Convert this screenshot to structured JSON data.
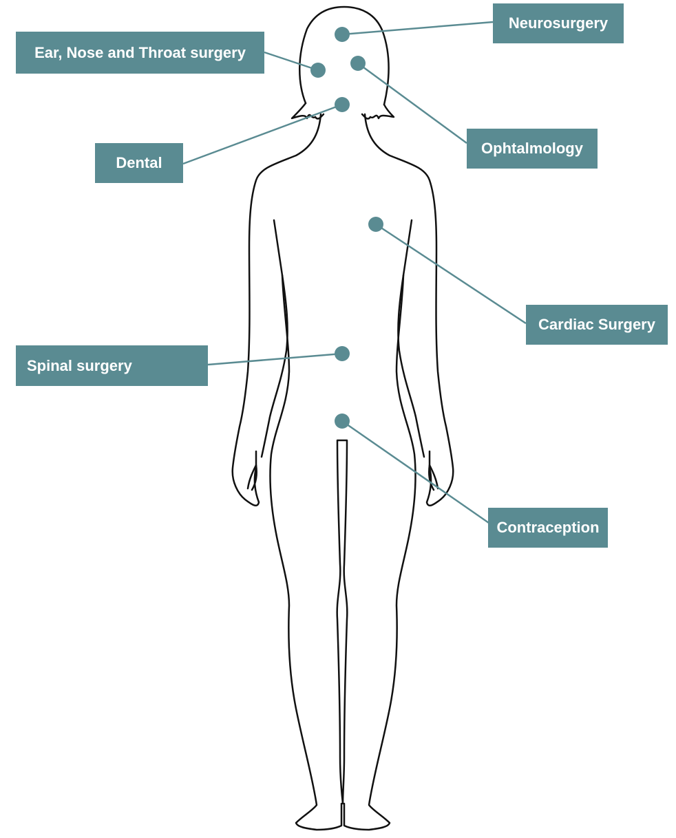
{
  "colors": {
    "accent": "#5a8b92",
    "outline": "#111111",
    "background": "#ffffff",
    "label_text": "#ffffff"
  },
  "figure": "female-body-outline",
  "labels": {
    "neurosurgery": "Neurosurgery",
    "ent": "Ear, Nose and Throat surgery",
    "ophthalmology": "Ophtalmology",
    "dental": "Dental",
    "cardiac": "Cardiac Surgery",
    "spinal": "Spinal surgery",
    "contraception": "Contraception"
  }
}
